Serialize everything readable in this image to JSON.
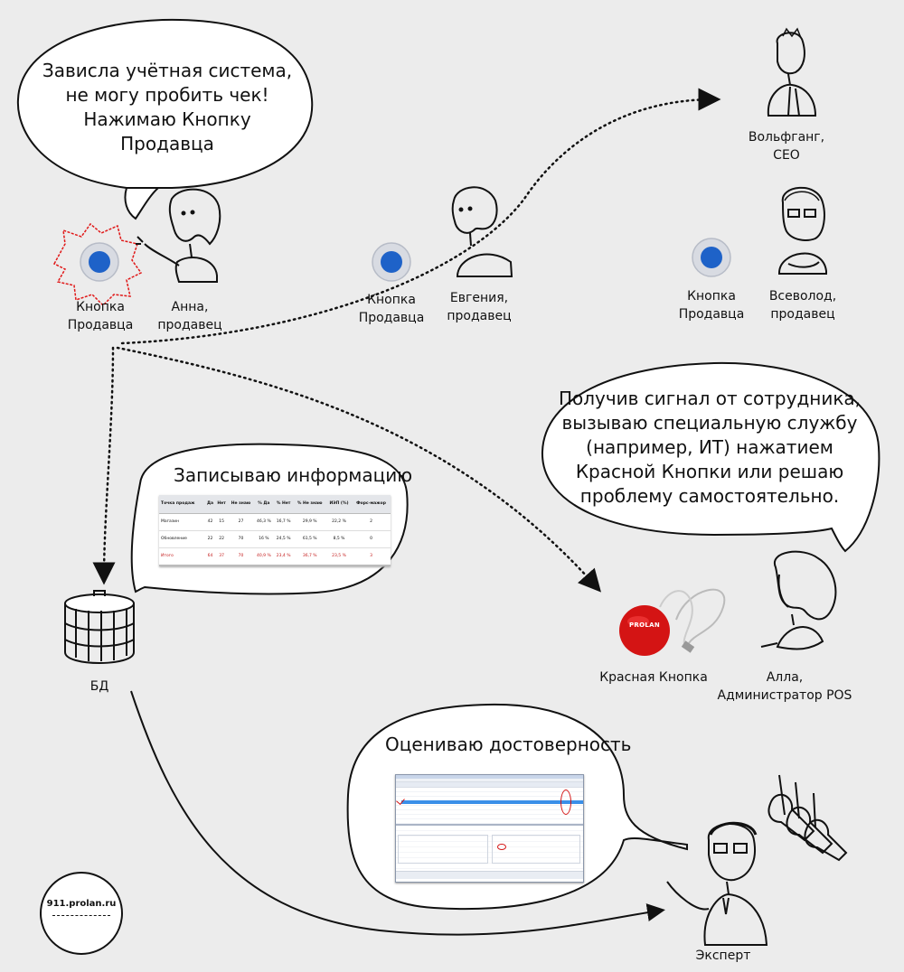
{
  "bubbles": {
    "anna": "Зависла учётная система,\nне могу пробить чек!\nНажимаю Кнопку Продавца",
    "alla": "Получив сигнал от сотрудника,\nвызываю специальную службу\n(например, ИТ) нажатием\nКрасной Кнопки или решаю\nпроблему самостоятельно.",
    "db": "Записываю информацию",
    "expert": "Оцениваю достоверность"
  },
  "people": {
    "anna": "Анна,\nпродавец",
    "evgenia": "Евгения,\nпродавец",
    "vsevolod": "Всеволод,\nпродавец",
    "wolfgang": "Вольфганг,\nCEO",
    "alla": "Алла,\nАдминистратор POS",
    "expert": "Эксперт"
  },
  "devices": {
    "seller_button": "Кнопка Продавца",
    "red_button": "Красная Кнопка",
    "db": "БД",
    "red_button_brand": "PROLAN"
  },
  "site": "911.prolan.ru",
  "table": {
    "headers": [
      "Точка продаж",
      "Да",
      "Нет",
      "Не знаю",
      "% Да",
      "% Нет",
      "% Не знаю",
      "ИЭП (%)",
      "Форс-мажор"
    ],
    "rows": [
      [
        "Магазин",
        "42",
        "15",
        "27",
        "46,3 %",
        "16,7 %",
        "29,9 %",
        "22,2 %",
        "2"
      ],
      [
        "Обновление",
        "22",
        "22",
        "70",
        "16 %",
        "24,5 %",
        "61,5 %",
        "8,5 %",
        "0"
      ],
      [
        "Итого",
        "64",
        "37",
        "70",
        "40,9 %",
        "23,4 %",
        "36,7 %",
        "23,5 %",
        "3"
      ]
    ]
  },
  "colors": {
    "accent_red": "#d41414",
    "button_blue": "#1e62c8",
    "background": "#ececec"
  }
}
